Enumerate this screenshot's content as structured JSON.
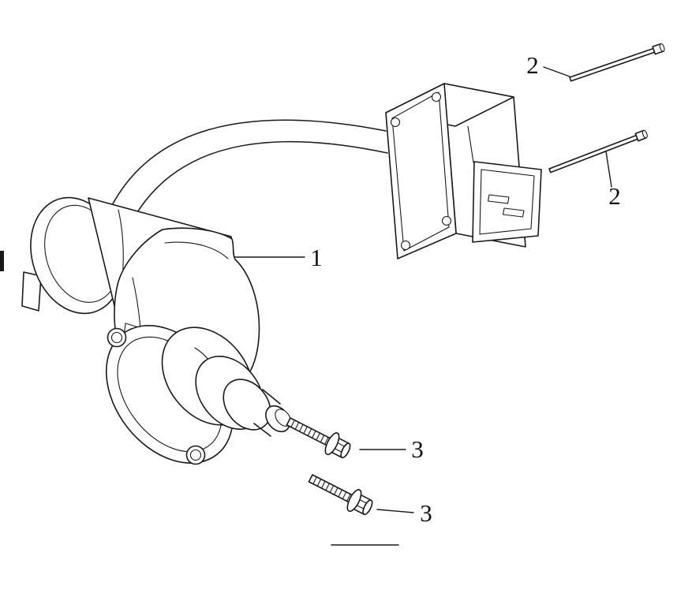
{
  "colors": {
    "background": "#ffffff",
    "line": "#1a1a1a",
    "label_text": "#111111"
  },
  "callouts": {
    "part1": {
      "text": "1"
    },
    "part2_top": {
      "text": "2"
    },
    "part2_right": {
      "text": "2"
    },
    "part3_upper": {
      "text": "3"
    },
    "part3_lower": {
      "text": "3"
    }
  }
}
